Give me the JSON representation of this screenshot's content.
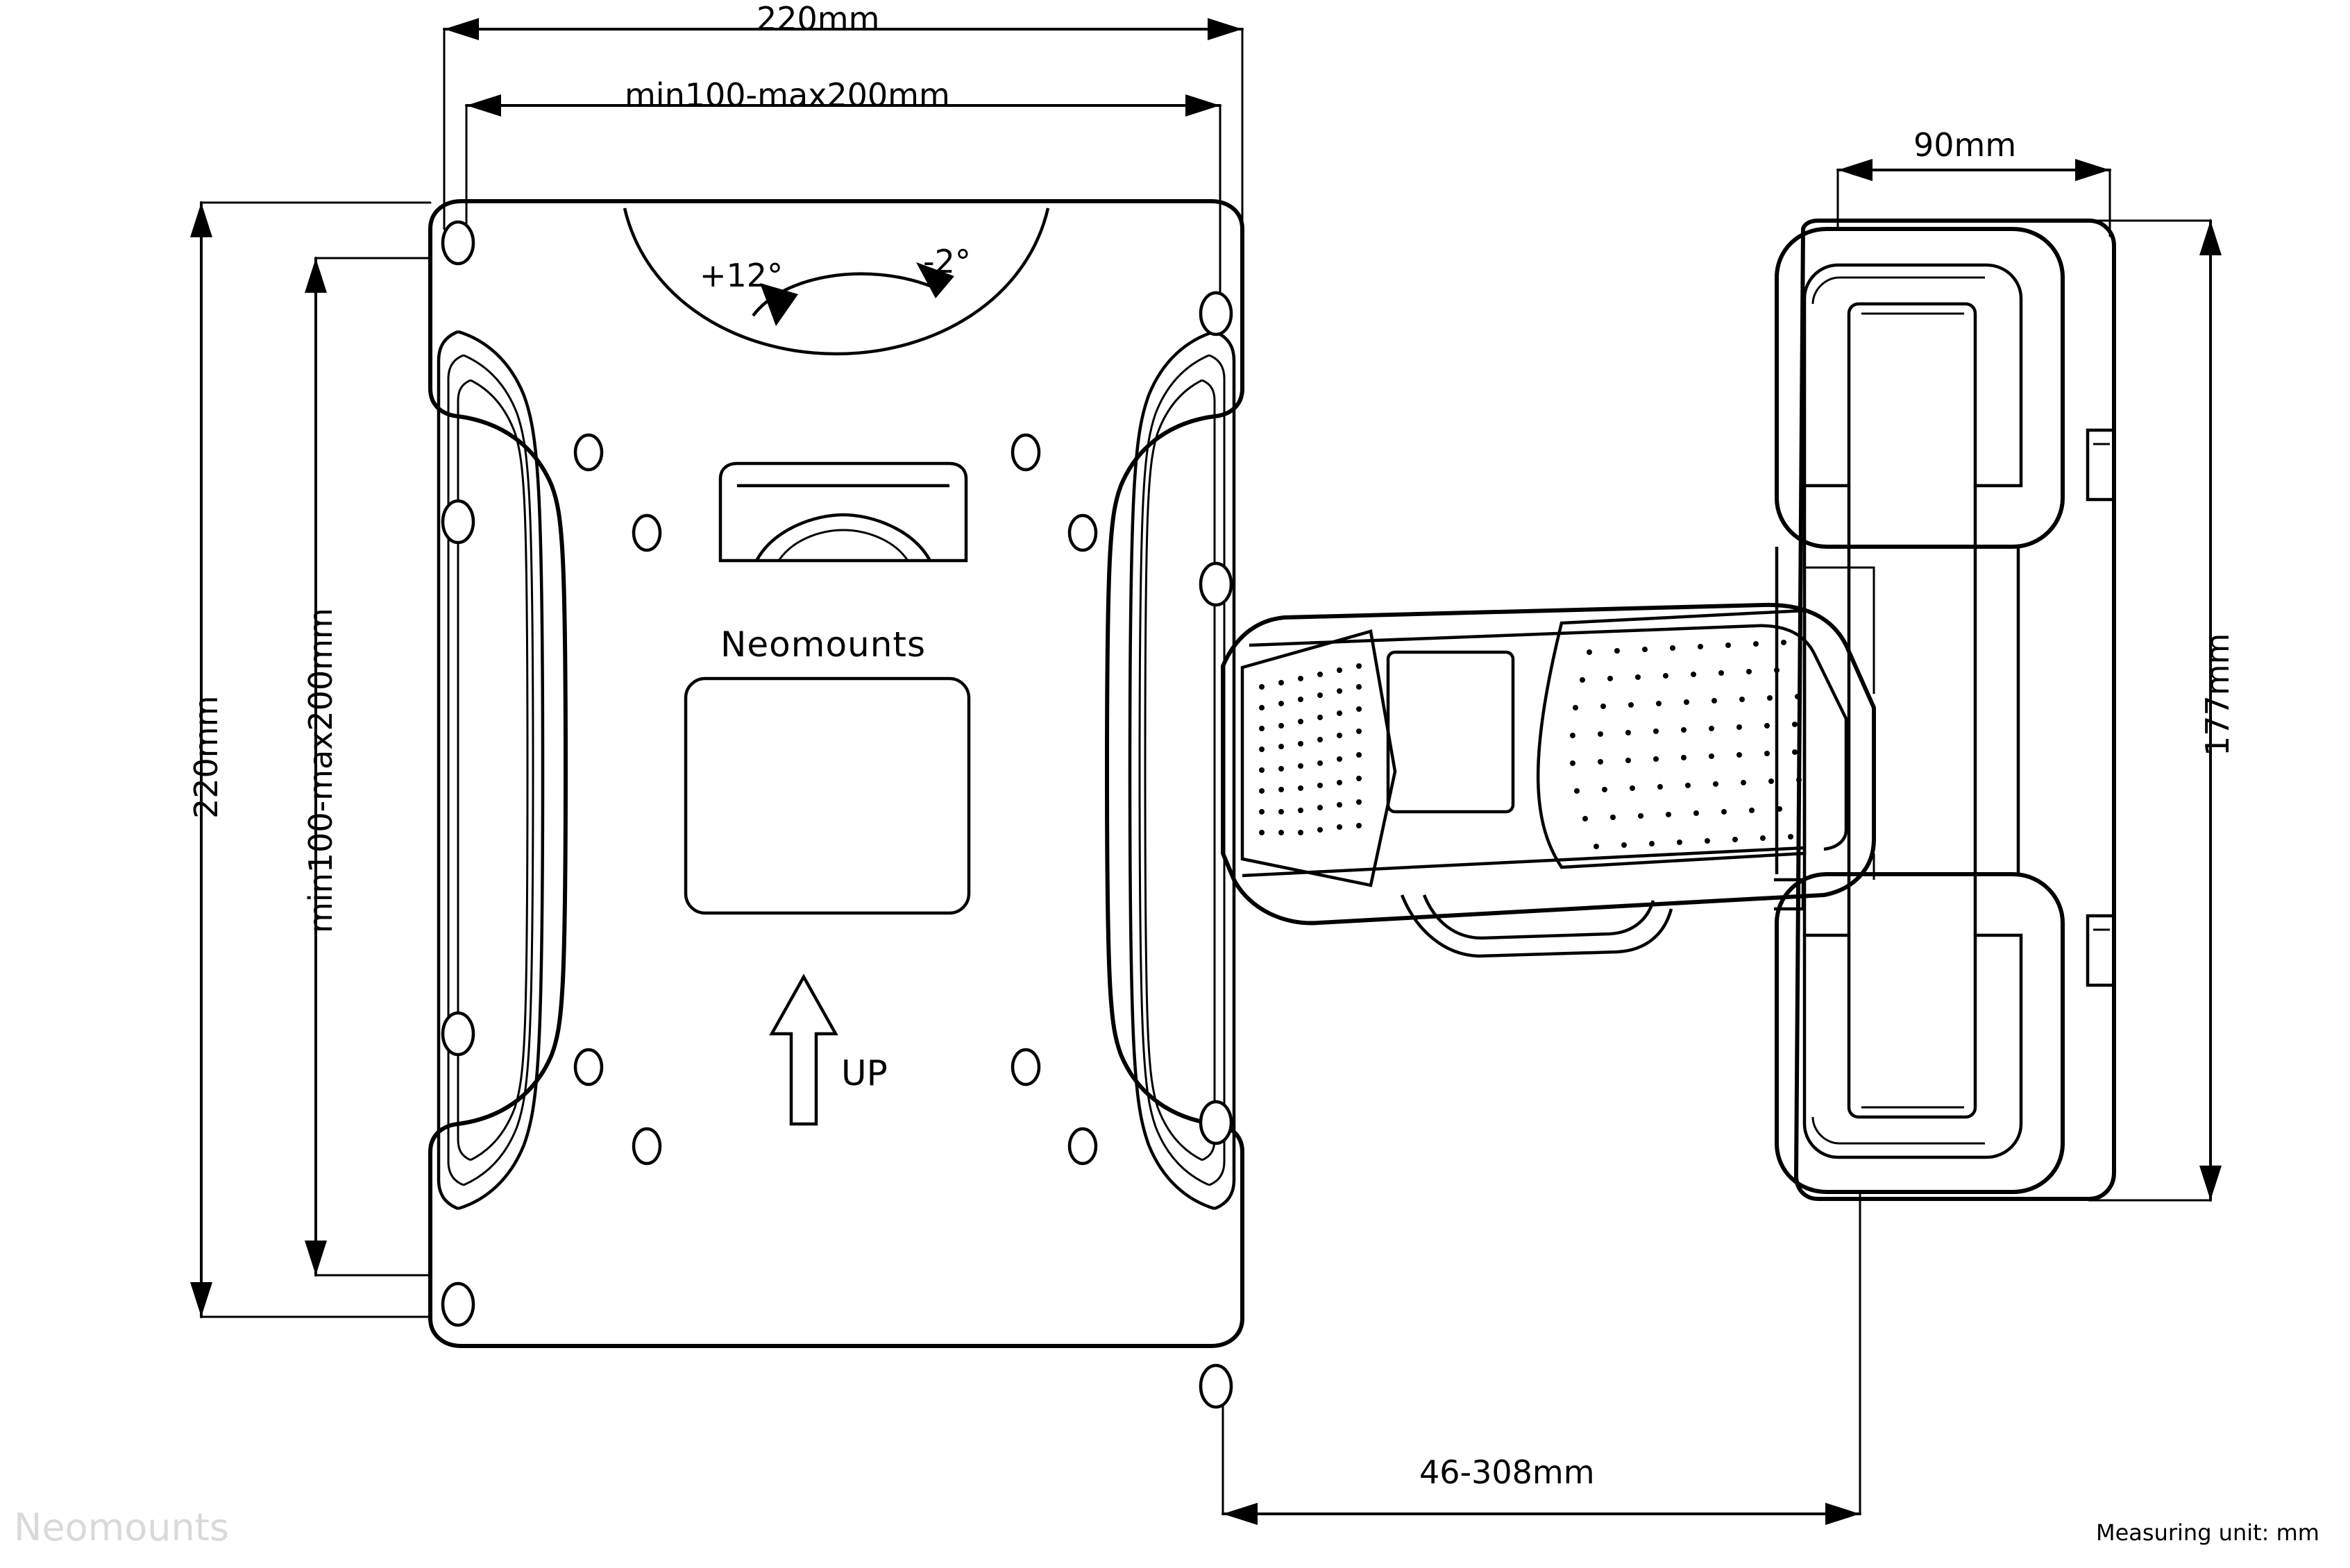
{
  "diagram": {
    "title": "Neomounts full-motion TV wall mount technical drawing",
    "brand_logo_text": "Neomounts",
    "product_brand_text": "Neomounts",
    "footer_note": "Measuring unit: mm",
    "dimensions": {
      "top_overall_width": "220mm",
      "top_vesa_width": "min100-max200mm",
      "left_overall_height": "220mm",
      "left_vesa_height": "min100-max200mm",
      "wall_plate_width": "90mm",
      "wall_plate_height": "177mm",
      "extension_depth": "46-308mm"
    },
    "angles": {
      "tilt_up": "+12°",
      "tilt_down": "-2°"
    },
    "orientation_marker": "UP"
  }
}
